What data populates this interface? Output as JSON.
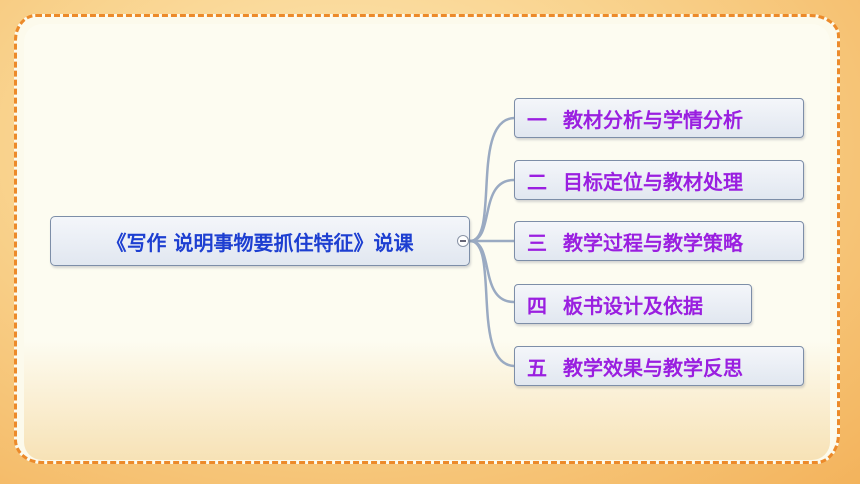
{
  "root": {
    "label": "《写作 说明事物要抓住特征》说课"
  },
  "branches": [
    {
      "num": "一",
      "label": "教材分析与学情分析"
    },
    {
      "num": "二",
      "label": "目标定位与教材处理"
    },
    {
      "num": "三",
      "label": "教学过程与教学策略"
    },
    {
      "num": "四",
      "label": "板书设计及依据"
    },
    {
      "num": "五",
      "label": "教学效果与教学反思"
    }
  ],
  "colors": {
    "root_text": "#1d3fd1",
    "branch_text": "#9a1fe0",
    "connector": "#9aaac2",
    "frame_dash": "#ec8a2a"
  }
}
